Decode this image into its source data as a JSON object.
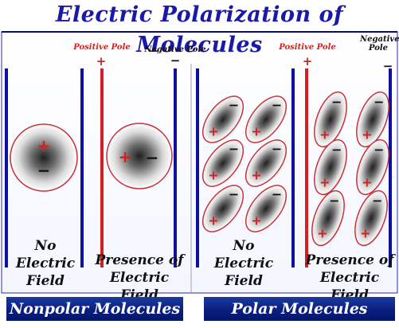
{
  "title": "Electric Polarization of Molecules",
  "panels": {
    "nonpolar_no_field": "No Electric Field",
    "nonpolar_field": "Presence of Electric Field",
    "polar_no_field": "No Electric Field",
    "polar_field": "Presence of Electric Field"
  },
  "poles": {
    "positive": "Positive Pole",
    "negative": "Negative Pole",
    "plus_sign": "+",
    "minus_sign": "−"
  },
  "banners": {
    "nonpolar": "Nonpolar Molecules",
    "polar": "Polar Molecules"
  },
  "colors": {
    "title": "#1a1aa8",
    "plate_blue": "#1010a0",
    "plate_red": "#d42020",
    "molecule_border": "#c8303a",
    "banner": "#0a1f80"
  }
}
